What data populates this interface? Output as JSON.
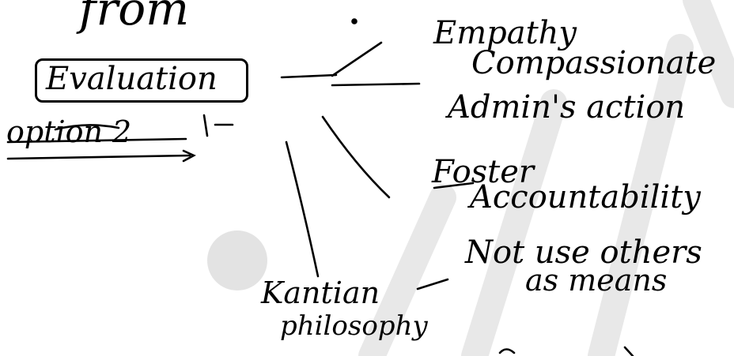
{
  "texts": {
    "top_fragment": "from",
    "evaluation": "Evaluation",
    "option": "option 2",
    "empathy": "Empathy",
    "compassionate": "Compassionate",
    "admin_action": "Admin's action",
    "foster": "Foster",
    "accountability": "Accountability",
    "kantian": "Kantian",
    "philosophy": "philosophy",
    "not_use": "Not use others",
    "as_means": "as means"
  },
  "colors": {
    "ink": "#000000",
    "watermark": "#d9d9d9"
  }
}
